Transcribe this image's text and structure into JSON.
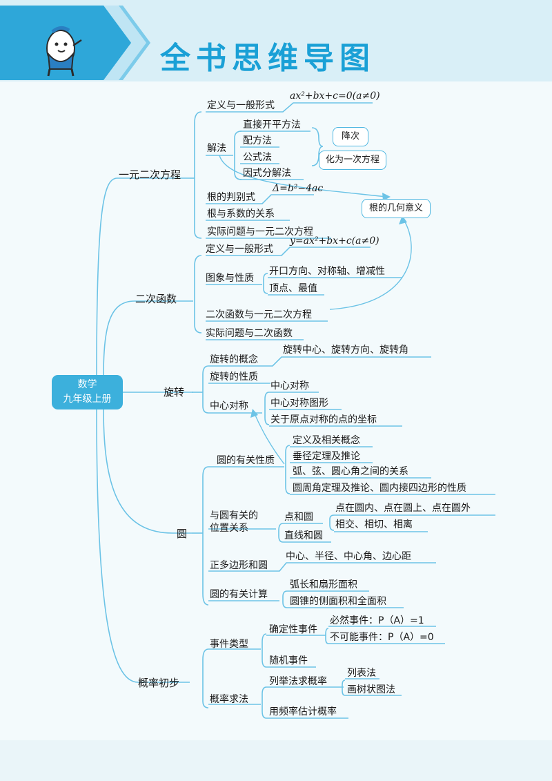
{
  "header": {
    "title": "全书思维导图"
  },
  "root": {
    "line1": "数学",
    "line2": "九年级上册"
  },
  "quadratic_equation": {
    "label": "一元二次方程",
    "def": "定义与一般形式",
    "def_formula": "ax²+bx+c=0(a≠0)",
    "methods": "解法",
    "method_items": [
      "直接开平方法",
      "配方法",
      "公式法",
      "因式分解法"
    ],
    "discriminant": "根的判别式",
    "discriminant_formula": "Δ=b²−4ac",
    "vieta": "根与系数的关系",
    "application": "实际问题与一元二次方程"
  },
  "notes": {
    "reduce": "降次",
    "linear": "化为一次方程",
    "geometric": "根的几何意义"
  },
  "quadratic_function": {
    "label": "二次函数",
    "def": "定义与一般形式",
    "def_formula": "y=ax²+bx+c(a≠0)",
    "graph": "图象与性质",
    "graph_items": [
      "开口方向、对称轴、增减性",
      "顶点、最值"
    ],
    "relation": "二次函数与一元二次方程",
    "application": "实际问题与二次函数"
  },
  "rotation": {
    "label": "旋转",
    "concept": "旋转的概念",
    "concept_detail": "旋转中心、旋转方向、旋转角",
    "property": "旋转的性质",
    "central": "中心对称",
    "central_items": [
      "中心对称",
      "中心对称图形",
      "关于原点对称的点的坐标"
    ]
  },
  "circle": {
    "label": "圆",
    "props": "圆的有关性质",
    "props_items": [
      "定义及相关概念",
      "垂径定理及推论",
      "弧、弦、圆心角之间的关系",
      "圆周角定理及推论、圆内接四边形的性质"
    ],
    "position": [
      "与圆有关的",
      "位置关系"
    ],
    "point": "点和圆",
    "point_detail": "点在圆内、点在圆上、点在圆外",
    "line": "直线和圆",
    "line_detail": "相交、相切、相离",
    "polygon": "正多边形和圆",
    "polygon_detail": "中心、半径、中心角、边心距",
    "calc": "圆的有关计算",
    "calc_items": [
      "弧长和扇形面积",
      "圆锥的侧面积和全面积"
    ]
  },
  "probability": {
    "label": "概率初步",
    "types": "事件类型",
    "deterministic": "确定性事件",
    "certain": "必然事件：P（A）=1",
    "impossible": "不可能事件：P（A）=0",
    "random": "随机事件",
    "methods": "概率求法",
    "enumerate": "列举法求概率",
    "enum_items": [
      "列表法",
      "画树状图法"
    ],
    "frequency": "用频率估计概率"
  },
  "colors": {
    "line": "#6cc3e6",
    "accent": "#1aa0d6",
    "root": "#3cb0dc",
    "header_bg": "#d9eff7",
    "pill_border": "#4db6e0"
  }
}
